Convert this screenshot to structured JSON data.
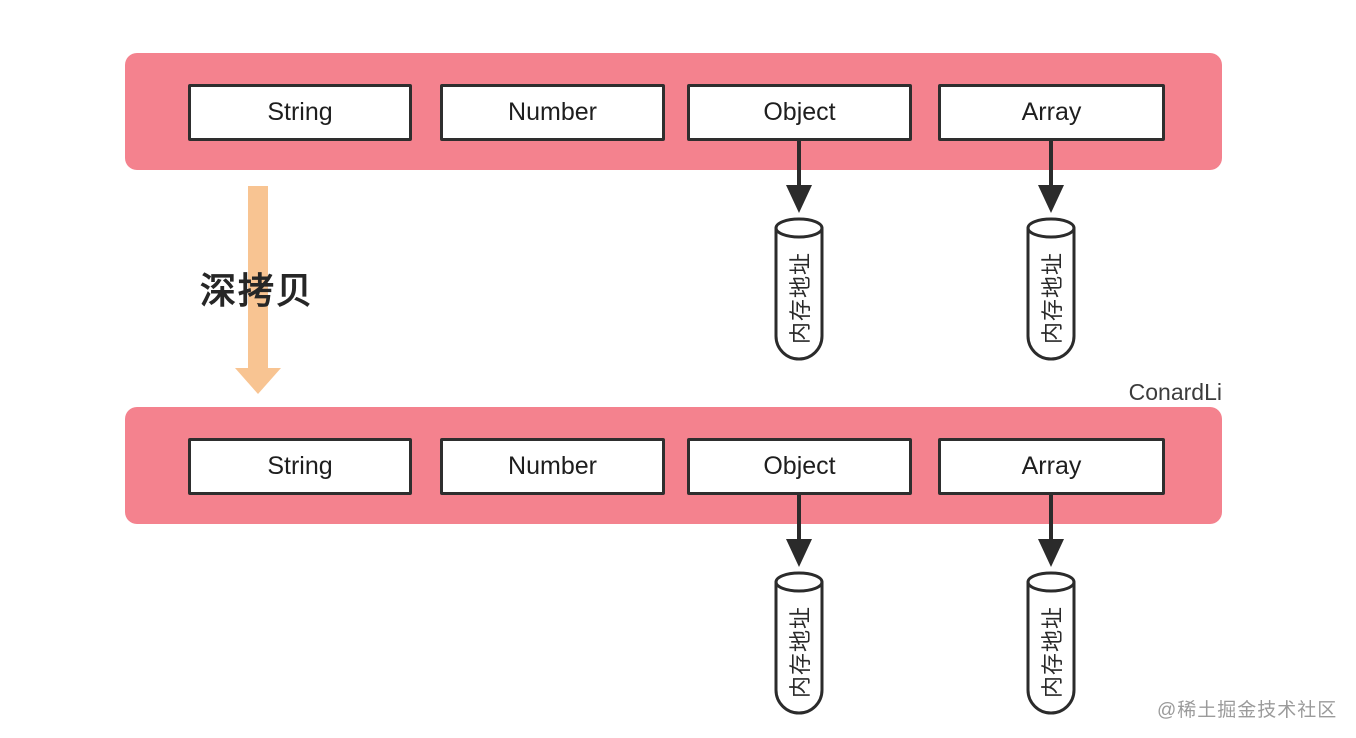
{
  "colors": {
    "bar_pink": "#F4828E",
    "arrow_orange": "#F8C492",
    "box_border": "#2e2e2e",
    "stroke_dark": "#2b2b2b",
    "watermark_gray": "#9b9b9b"
  },
  "copy_arrow": {
    "label": "深拷贝"
  },
  "author_label": "ConardLi",
  "watermark": "@稀土掘金技术社区",
  "cylinder_label": "内存地址",
  "groups": [
    {
      "name": "source",
      "boxes": [
        {
          "label": "String"
        },
        {
          "label": "Number"
        },
        {
          "label": "Object"
        },
        {
          "label": "Array"
        }
      ]
    },
    {
      "name": "copy",
      "boxes": [
        {
          "label": "String"
        },
        {
          "label": "Number"
        },
        {
          "label": "Object"
        },
        {
          "label": "Array"
        }
      ]
    }
  ]
}
